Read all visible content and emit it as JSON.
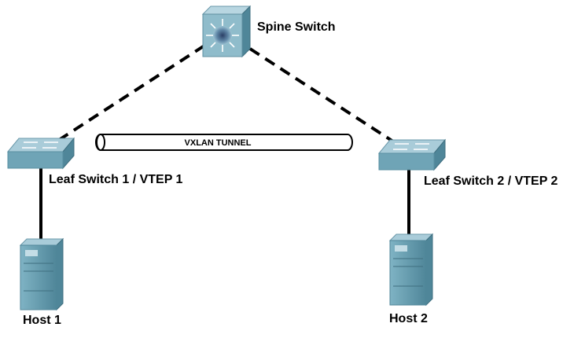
{
  "nodes": {
    "spine": {
      "label": "Spine Switch",
      "icon": "multilayer-switch-icon"
    },
    "leaf1": {
      "label": "Leaf Switch 1 / VTEP 1",
      "icon": "switch-icon"
    },
    "leaf2": {
      "label": "Leaf Switch 2 / VTEP 2",
      "icon": "switch-icon"
    },
    "host1": {
      "label": "Host 1",
      "icon": "server-icon"
    },
    "host2": {
      "label": "Host 2",
      "icon": "server-icon"
    }
  },
  "links": [
    {
      "from": "spine",
      "to": "leaf1",
      "style": "dashed"
    },
    {
      "from": "spine",
      "to": "leaf2",
      "style": "dashed"
    },
    {
      "from": "leaf1",
      "to": "host1",
      "style": "solid"
    },
    {
      "from": "leaf2",
      "to": "host2",
      "style": "solid"
    }
  ],
  "tunnel": {
    "label": "VXLAN TUNNEL",
    "between": [
      "leaf1",
      "leaf2"
    ]
  },
  "colors": {
    "device_top": "#a9ccd9",
    "device_front": "#6fa4b6",
    "device_side": "#4f8699",
    "server_body": "#5f98ab",
    "line": "#000000"
  }
}
